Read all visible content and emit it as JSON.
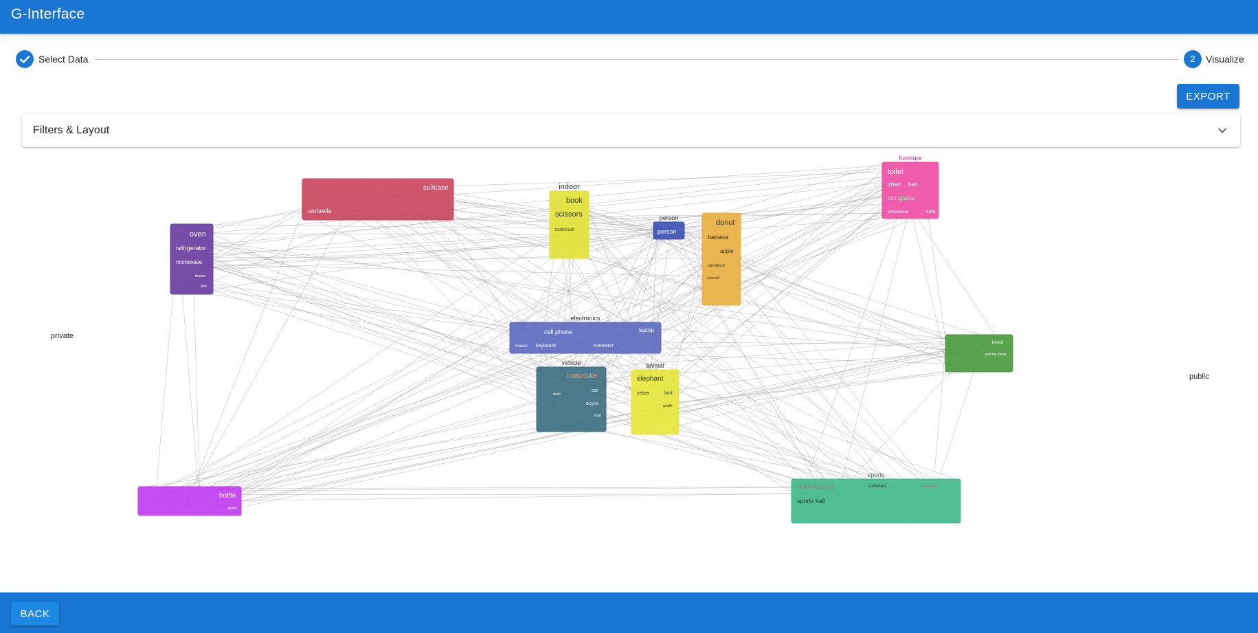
{
  "app": {
    "title": "G-Interface"
  },
  "stepper": {
    "steps": [
      {
        "label": "Select Data",
        "status": "complete"
      },
      {
        "number": "2",
        "label": "Visualize",
        "status": "active"
      }
    ]
  },
  "toolbar": {
    "export_label": "EXPORT"
  },
  "filters_panel": {
    "title": "Filters & Layout"
  },
  "footer": {
    "back_label": "BACK"
  },
  "graph": {
    "side_labels": {
      "left": "private",
      "right": "public"
    },
    "groups": [
      {
        "id": "accessory",
        "label": "",
        "color": "#c9475f",
        "items": [
          "suitcase",
          "umbrella"
        ]
      },
      {
        "id": "indoor",
        "label": "indoor",
        "color": "#e2e23a",
        "items": [
          "book",
          "scissors",
          "toothbrush"
        ]
      },
      {
        "id": "furniture",
        "label": "furniture",
        "color": "#ef4fa6",
        "items": [
          "toilet",
          "chair",
          "bed",
          "diningtable",
          "pottedplant",
          "sofa"
        ]
      },
      {
        "id": "kitchen-appliance",
        "label": "",
        "color": "#6b3fa0",
        "items": [
          "oven",
          "refrigerator",
          "microwave",
          "toaster",
          "sink"
        ]
      },
      {
        "id": "person",
        "label": "person",
        "color": "#3f51b5",
        "items": [
          "person"
        ]
      },
      {
        "id": "food",
        "label": "",
        "color": "#e8b041",
        "items": [
          "donut",
          "banana",
          "apple",
          "sandwich",
          "broccoli"
        ]
      },
      {
        "id": "electronics",
        "label": "electronics",
        "color": "#5c6bc0",
        "items": [
          "cell phone",
          "laptop",
          "mouse",
          "keyboard",
          "tvmonitor"
        ]
      },
      {
        "id": "vehicle",
        "label": "vehicle",
        "color": "#3e6f82",
        "items": [
          "motorbike",
          "truck",
          "car",
          "bicycle",
          "boat"
        ]
      },
      {
        "id": "animal",
        "label": "animal",
        "color": "#e6e63e",
        "items": [
          "elephant",
          "zebra",
          "bird",
          "giraffe"
        ]
      },
      {
        "id": "outdoor",
        "label": "",
        "color": "#4b9a3f",
        "items": [
          "bench",
          "parking meter"
        ]
      },
      {
        "id": "kitchenware",
        "label": "",
        "color": "#c13ef0",
        "items": [
          "bottle",
          "spoon"
        ]
      },
      {
        "id": "sports",
        "label": "sports",
        "color": "#43b98c",
        "items": [
          "snowboard",
          "surfboard",
          "skateboard",
          "sports ball"
        ]
      }
    ]
  }
}
